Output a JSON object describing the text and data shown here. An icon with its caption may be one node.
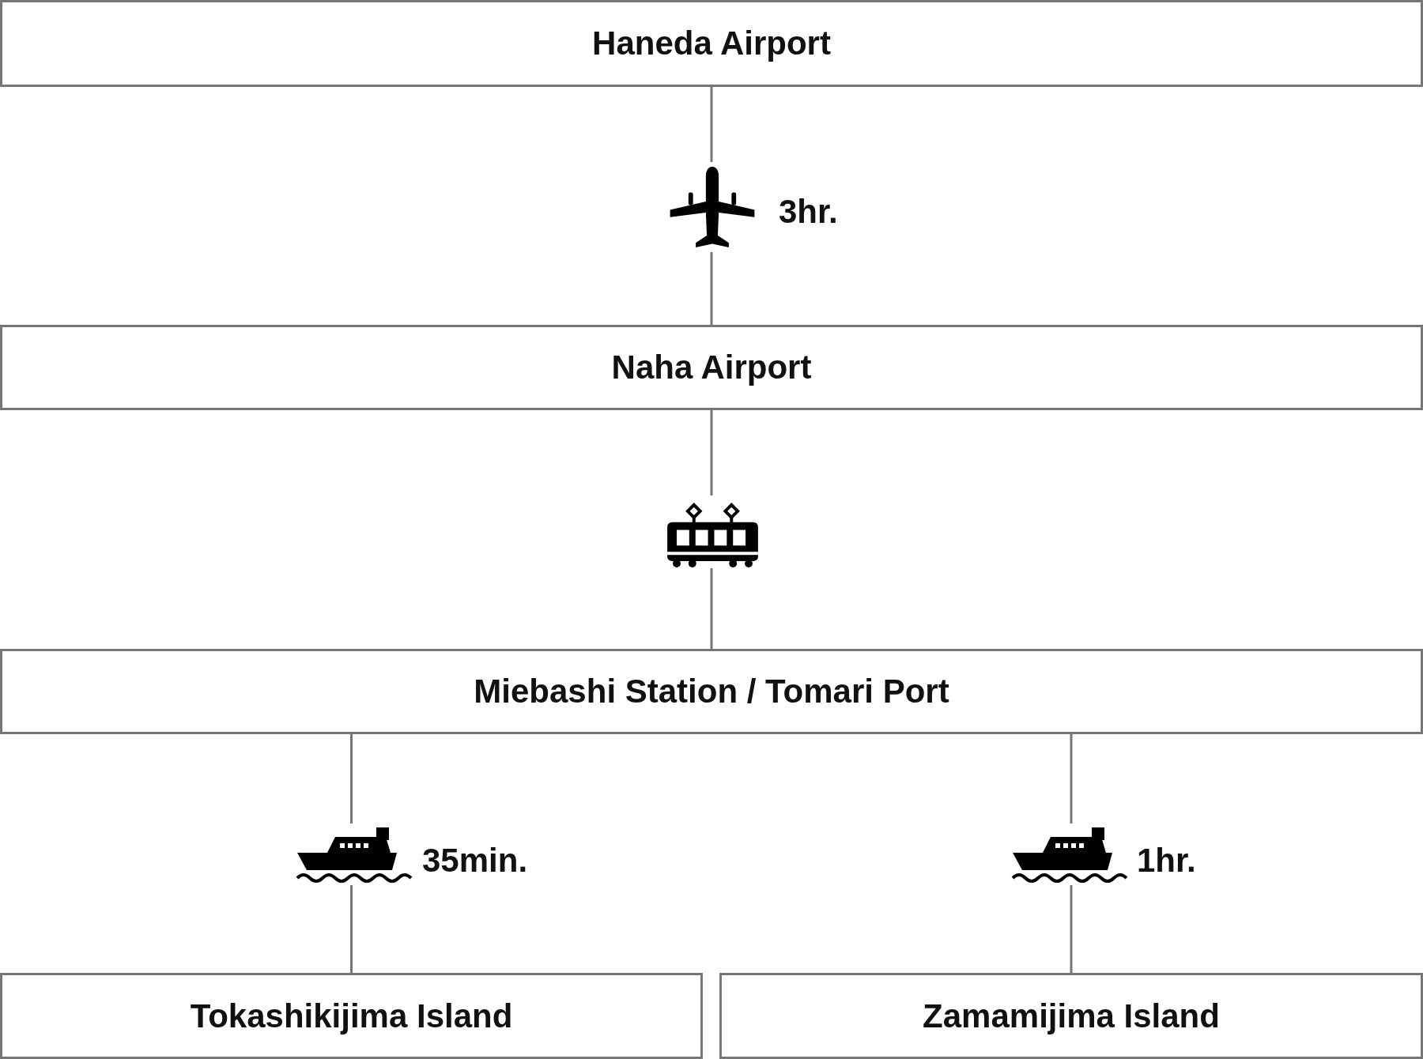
{
  "diagram": {
    "nodes": [
      {
        "text": [
          "Haneda Airport"
        ]
      },
      {
        "text": [
          "Naha Airport"
        ]
      },
      {
        "text": [
          "Miebashi Station / Tomari Port"
        ]
      },
      {
        "text": [
          "Tokashikijima Island"
        ]
      },
      {
        "text": [
          "Zamamijima Island"
        ]
      }
    ],
    "edges": [
      {
        "from": 0,
        "to": 1,
        "arrow": "none",
        "label": "3hr."
      },
      {
        "from": 1,
        "to": 2,
        "arrow": "none"
      },
      {
        "from": 2,
        "to": 3,
        "arrow": "none",
        "label": "35min."
      },
      {
        "from": 2,
        "to": 4,
        "arrow": "none",
        "label": "1hr."
      }
    ]
  }
}
